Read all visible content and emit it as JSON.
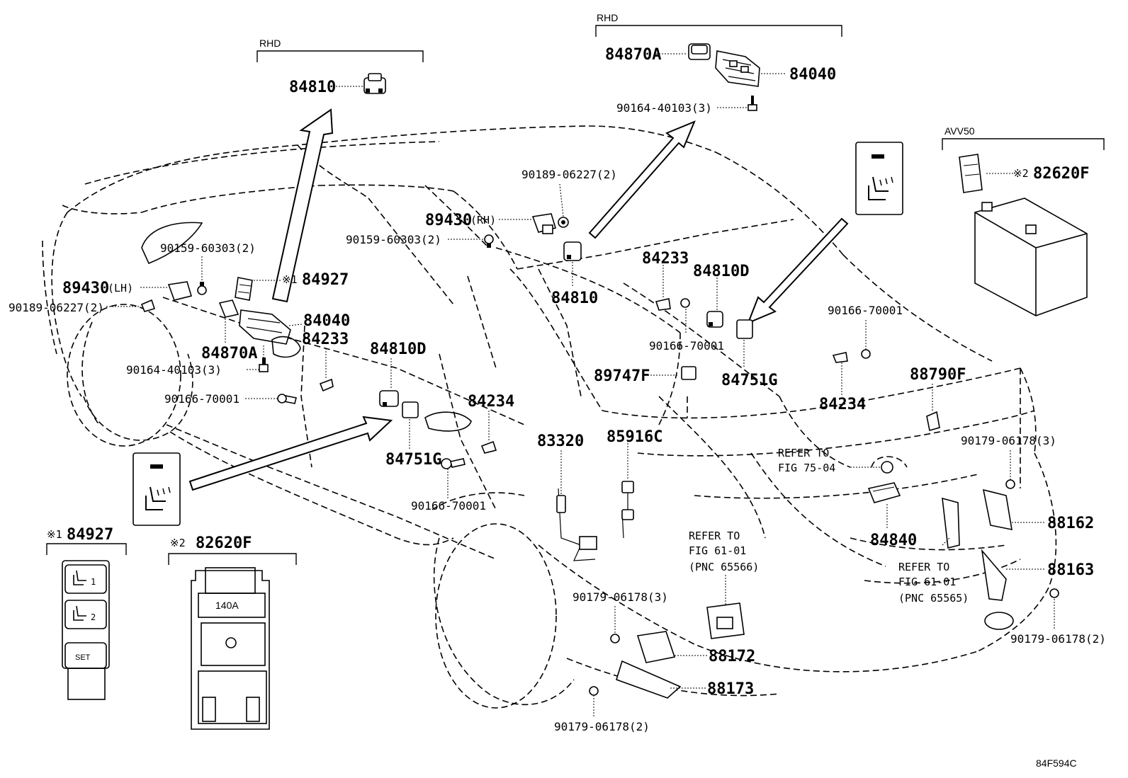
{
  "headers": {
    "rhd_left": "RHD",
    "rhd_right": "RHD",
    "avv50": "AVV50"
  },
  "parts": {
    "p84810_top": "84810",
    "p84870A_top": "84870A",
    "p84040_top": "84040",
    "p90164_top": "90164-40103(3)",
    "p90189_rh": "90189-06227(2)",
    "p89430_rh": "89430",
    "p89430_rh_suffix": "(RH)",
    "p90159_right": "90159-60303(2)",
    "p90159_left": "90159-60303(2)",
    "p89430_lh": "89430",
    "p89430_lh_suffix": "(LH)",
    "p90189_lh": "90189-06227(2)",
    "p84927_note": "※1",
    "p84927": "84927",
    "p84040_left": "84040",
    "p84870A_left": "84870A",
    "p84233_left": "84233",
    "p90164_left": "90164-40103(3)",
    "p90166_left": "90166-70001",
    "p84810D_left": "84810D",
    "p84234_left": "84234",
    "p84751G_left": "84751G",
    "p90166_bottom": "90166-70001",
    "p83320": "83320",
    "p85916C": "85916C",
    "p84810_mid": "84810",
    "p84233_mid": "84233",
    "p84810D_mid": "84810D",
    "p90166_mid": "90166-70001",
    "p84751G_mid": "84751G",
    "p89747F": "89747F",
    "p90166_right": "90166-70001",
    "p84234_right": "84234",
    "p88790F": "88790F",
    "p82620F_note": "※2",
    "p82620F": "82620F",
    "p90179_3_right": "90179-06178(3)",
    "p88162": "88162",
    "p88163": "88163",
    "p84840": "84840",
    "p90179_2_right": "90179-06178(2)",
    "p90179_3_mid": "90179-06178(3)",
    "p88172": "88172",
    "p88173": "88173",
    "p90179_2_bottom": "90179-06178(2)"
  },
  "refs": {
    "ref_75_04": [
      "REFER TO",
      "FIG 75-04"
    ],
    "ref_61_01_a": [
      "REFER TO",
      "FIG 61-01",
      "(PNC 65566)"
    ],
    "ref_61_01_b": [
      "REFER TO",
      "FIG 61-01",
      "(PNC 65565)"
    ]
  },
  "insets": {
    "inset1_note": "※1",
    "inset1_title": "84927",
    "inset1_btn1": "1",
    "inset1_btn2": "2",
    "inset1_set": "SET",
    "inset2_note": "※2",
    "inset2_title": "82620F",
    "inset2_fuse": "140A"
  },
  "diagram_code": "84F594C"
}
